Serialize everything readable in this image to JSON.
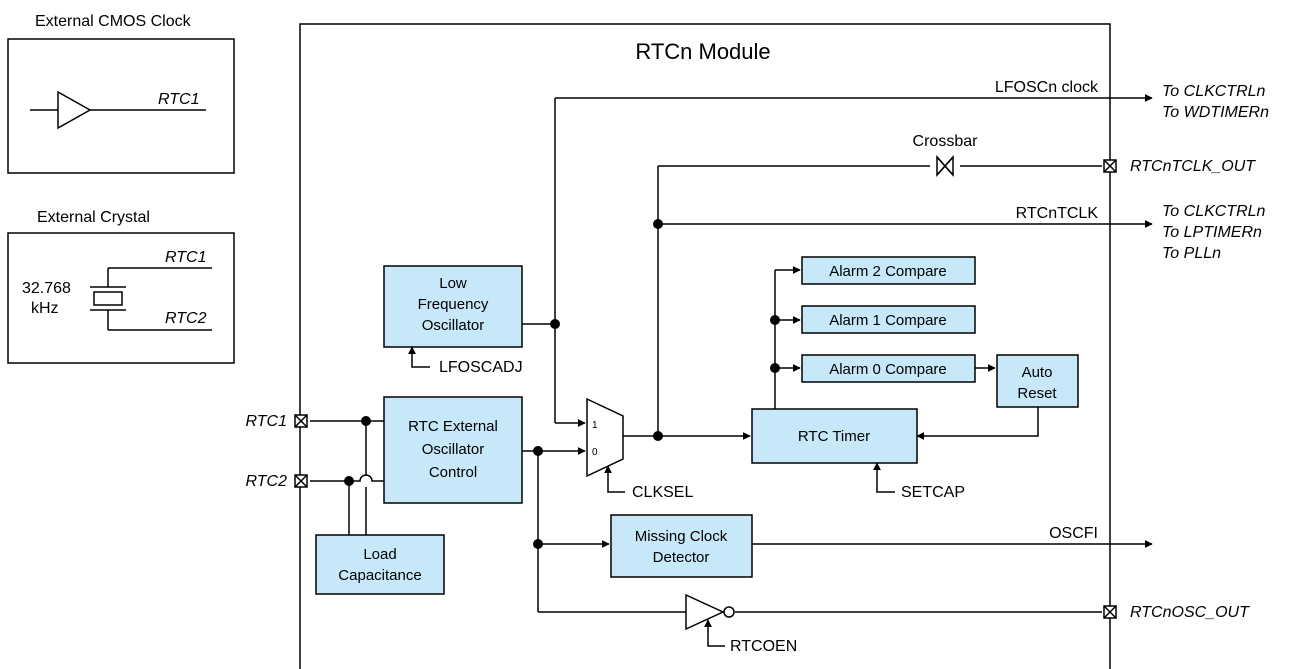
{
  "module": {
    "title": "RTCn Module"
  },
  "cmos": {
    "title": "External CMOS Clock",
    "pin": "RTC1"
  },
  "crystal": {
    "title": "External Crystal",
    "pin1": "RTC1",
    "pin2": "RTC2",
    "freq_line1": "32.768",
    "freq_line2": "kHz"
  },
  "blocks": {
    "lfo": [
      "Low",
      "Frequency",
      "Oscillator"
    ],
    "rtc_ext": [
      "RTC External",
      "Oscillator",
      "Control"
    ],
    "load_cap": [
      "Load",
      "Capacitance"
    ],
    "missing_clock": [
      "Missing Clock",
      "Detector"
    ],
    "rtc_timer": "RTC Timer",
    "alarm2": "Alarm 2 Compare",
    "alarm1": "Alarm 1 Compare",
    "alarm0": "Alarm 0 Compare",
    "auto_reset": [
      "Auto",
      "Reset"
    ]
  },
  "mux": {
    "in1": "1",
    "in0": "0"
  },
  "controls": {
    "lfoscadj": "LFOSCADJ",
    "clksel": "CLKSEL",
    "setcap": "SETCAP",
    "rtcoen": "RTCOEN"
  },
  "pins": {
    "rtc1": "RTC1",
    "rtc2": "RTC2",
    "tclk_out": "RTCnTCLK_OUT",
    "osc_out": "RTCnOSC_OUT"
  },
  "signals": {
    "lfosc_clock": "LFOSCn clock",
    "crossbar": "Crossbar",
    "rtcntclk": "RTCnTCLK",
    "oscfi": "OSCFI"
  },
  "destinations": {
    "lfosc": [
      "To CLKCTRLn",
      "To WDTIMERn"
    ],
    "rtcntclk": [
      "To CLKCTRLn",
      "To LPTIMERn",
      "To PLLn"
    ]
  }
}
